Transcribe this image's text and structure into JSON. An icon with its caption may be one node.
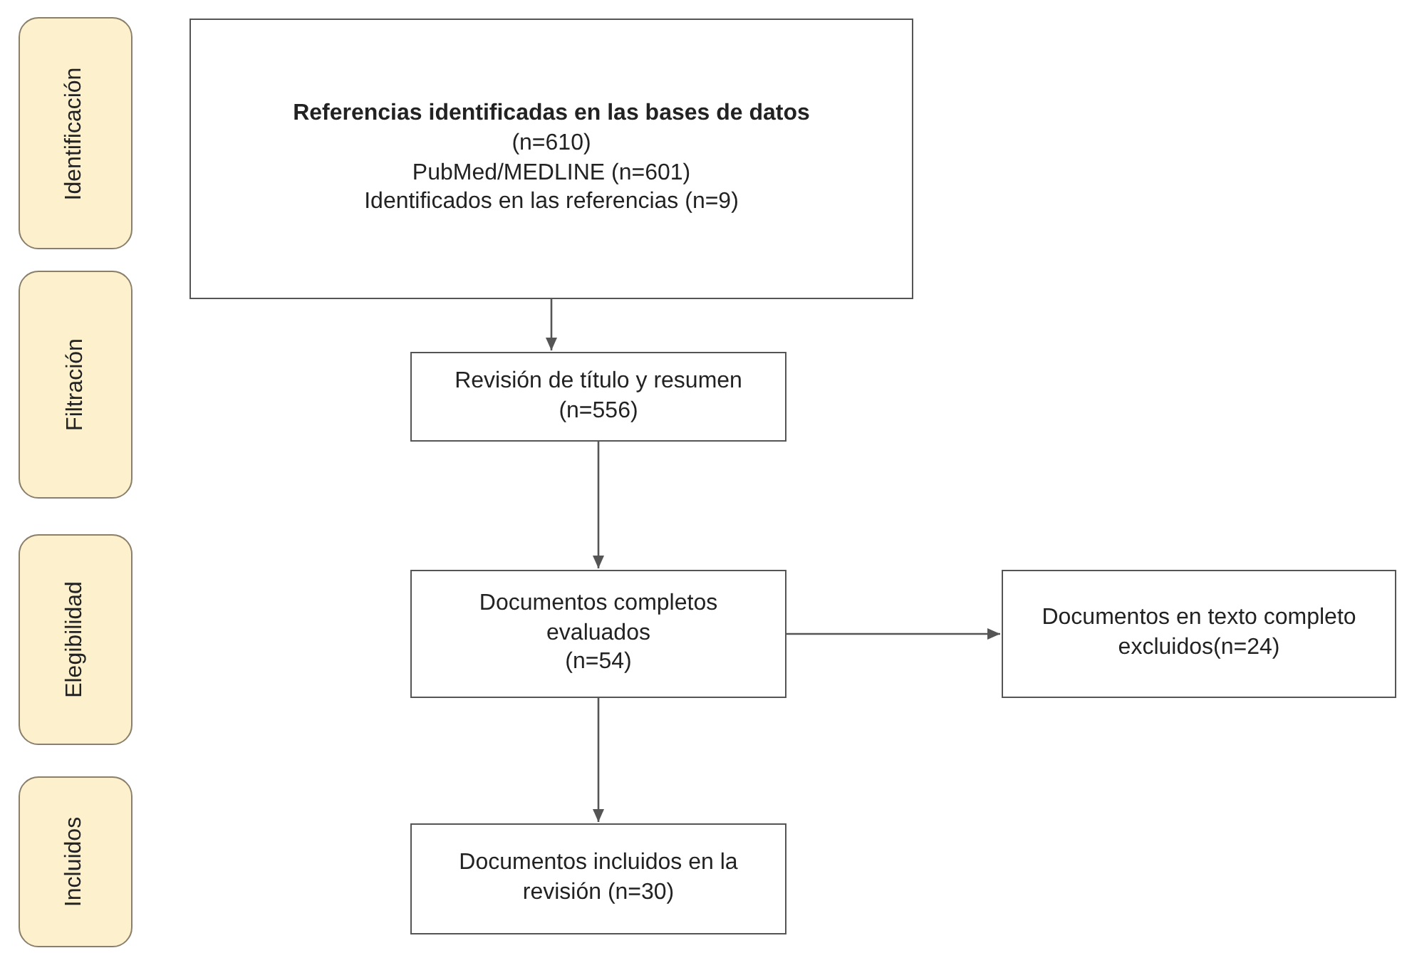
{
  "diagram": {
    "nodes": [
      {
        "text": [
          "Identificación"
        ]
      },
      {
        "text": [
          "Filtración"
        ]
      },
      {
        "text": [
          "Elegibilidad"
        ]
      },
      {
        "text": [
          "Incluidos"
        ]
      },
      {
        "text": [
          "Referencias identificadas en las bases de datos",
          "(n=610)",
          "PubMed/MEDLINE (n=601)",
          "Identificados en las referencias (n=9)"
        ]
      },
      {
        "text": [
          "Revisión de título y resumen",
          "(n=556)"
        ]
      },
      {
        "text": [
          "Documentos completos evaluados",
          "(n=54)"
        ]
      },
      {
        "text": [
          "Documentos en texto completo excluidos(n=24)"
        ]
      },
      {
        "text": [
          "Documentos incluidos en la revisión (n=30)"
        ]
      }
    ],
    "edges": [
      {
        "from": 4,
        "to": 5,
        "arrow": "to"
      },
      {
        "from": 5,
        "to": 6,
        "arrow": "to"
      },
      {
        "from": 6,
        "to": 7,
        "arrow": "to"
      },
      {
        "from": 6,
        "to": 8,
        "arrow": "to"
      }
    ]
  }
}
